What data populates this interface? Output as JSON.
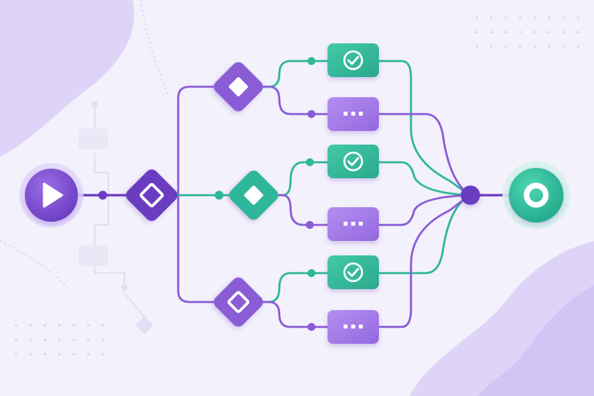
{
  "diagram": {
    "type": "workflow-branching",
    "colors": {
      "background": "#f3f1fb",
      "blob": "#ddd4f7",
      "purple": "#8a5cd6",
      "purple_dark": "#6a3cc0",
      "purple_node": "#a07ae6",
      "teal": "#2fb79a",
      "teal_node": "#3cc8a6",
      "white": "#ffffff"
    },
    "nodes": {
      "start": {
        "shape": "circle",
        "icon": "play-icon"
      },
      "end": {
        "shape": "circle",
        "icon": "stop-ring-icon"
      },
      "root_decision": {
        "shape": "diamond"
      },
      "branch_decisions": [
        {
          "id": "branch-top",
          "color": "purple"
        },
        {
          "id": "branch-middle",
          "color": "teal"
        },
        {
          "id": "branch-bottom",
          "color": "purple"
        }
      ],
      "tasks": [
        {
          "id": "task-1",
          "kind": "done",
          "icon": "check-icon",
          "color": "teal"
        },
        {
          "id": "task-2",
          "kind": "pending",
          "icon": "ellipsis-icon",
          "color": "purple"
        },
        {
          "id": "task-3",
          "kind": "done",
          "icon": "check-icon",
          "color": "teal"
        },
        {
          "id": "task-4",
          "kind": "pending",
          "icon": "ellipsis-icon",
          "color": "purple"
        },
        {
          "id": "task-5",
          "kind": "done",
          "icon": "check-icon",
          "color": "teal"
        },
        {
          "id": "task-6",
          "kind": "pending",
          "icon": "ellipsis-icon",
          "color": "purple"
        }
      ],
      "merge": {
        "shape": "circle",
        "color": "purple"
      }
    }
  }
}
